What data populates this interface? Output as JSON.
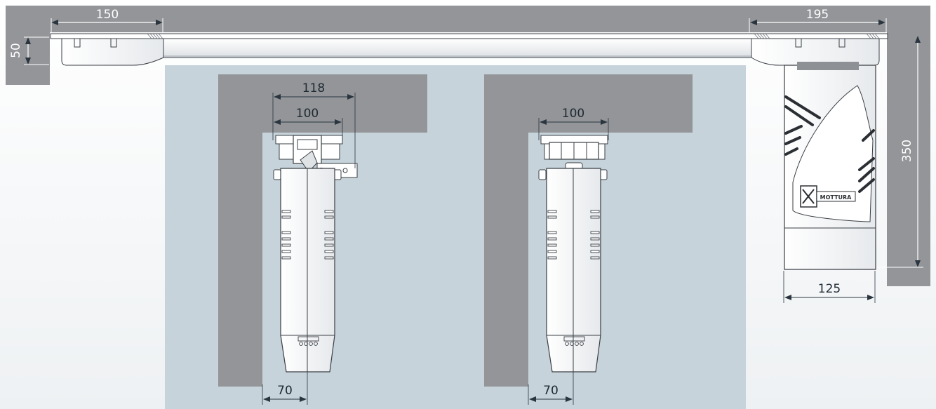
{
  "dimensions": {
    "top_left_width": "150",
    "top_right_width": "195",
    "top_height": "50",
    "side_height": "350",
    "side_depth": "125",
    "left_unit_outer": "118",
    "left_unit_inner": "100",
    "left_unit_offset": "70",
    "right_unit_inner": "100",
    "right_unit_offset": "70"
  },
  "brand": {
    "logo_text": "MOTTURA"
  },
  "colors": {
    "wall": "#939598",
    "panel_bg": "#c7d3da",
    "device_body": "#ffffff",
    "outline": "#3a3f44",
    "dimension_line": "#2a3540"
  }
}
